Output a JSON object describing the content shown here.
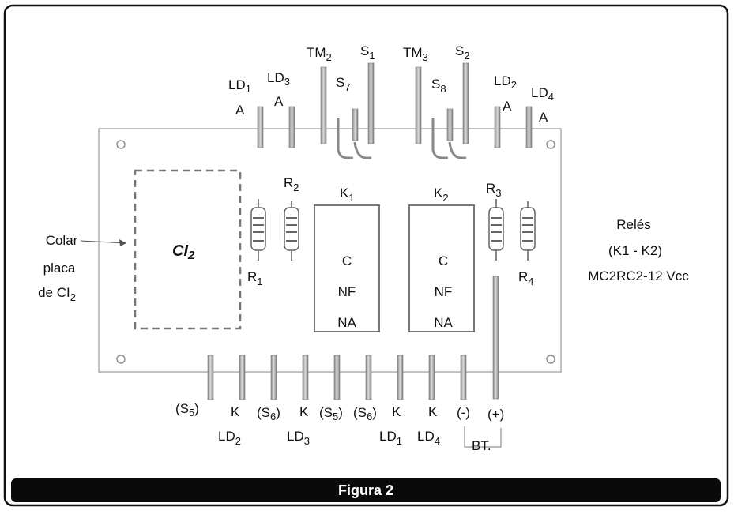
{
  "figure_caption": "Figura 2",
  "ic_block": {
    "name": "CI",
    "sub": "2"
  },
  "side_note_left": {
    "line1": "Colar",
    "line2": "placa",
    "line3": "de CI",
    "line3_sub": "2"
  },
  "side_note_right": {
    "line1": "Relés",
    "line2": "(K1 - K2)",
    "line3": "MC2RC2-12 Vcc"
  },
  "relays": [
    {
      "name": "K",
      "sub": "1",
      "pins": [
        "C",
        "NF",
        "NA"
      ]
    },
    {
      "name": "K",
      "sub": "2",
      "pins": [
        "C",
        "NF",
        "NA"
      ]
    }
  ],
  "resistors": [
    {
      "name": "R",
      "sub": "1"
    },
    {
      "name": "R",
      "sub": "2"
    },
    {
      "name": "R",
      "sub": "3"
    },
    {
      "name": "R",
      "sub": "4"
    }
  ],
  "top_labels": {
    "ld1": {
      "name": "LD",
      "sub": "1",
      "pin": "A"
    },
    "ld3": {
      "name": "LD",
      "sub": "3",
      "pin": "A"
    },
    "tm2": {
      "name": "TM",
      "sub": "2"
    },
    "s1": {
      "name": "S",
      "sub": "1"
    },
    "s7": {
      "name": "S",
      "sub": "7"
    },
    "tm3": {
      "name": "TM",
      "sub": "3"
    },
    "s2": {
      "name": "S",
      "sub": "2"
    },
    "s8": {
      "name": "S",
      "sub": "8"
    },
    "ld2": {
      "name": "LD",
      "sub": "2",
      "pin": "A"
    },
    "ld4": {
      "name": "LD",
      "sub": "4",
      "pin": "A"
    }
  },
  "bottom_labels": {
    "b1": {
      "name": "(S",
      "sub": "5",
      "tail": ")"
    },
    "b2": {
      "pin": "K",
      "name": "LD",
      "sub": "2"
    },
    "b3": {
      "name": "(S",
      "sub": "6",
      "tail": ")"
    },
    "b4": {
      "pin": "K",
      "name": "LD",
      "sub": "3"
    },
    "b5": {
      "name": "(S",
      "sub": "5",
      "tail": ")"
    },
    "b6": {
      "name": "(S",
      "sub": "6",
      "tail": ")"
    },
    "b7": {
      "pin": "K",
      "name": "LD",
      "sub": "1"
    },
    "b8": {
      "pin": "K",
      "name": "LD",
      "sub": "4"
    },
    "b9": "(-)",
    "b10": "(+)",
    "battery": "BT."
  }
}
